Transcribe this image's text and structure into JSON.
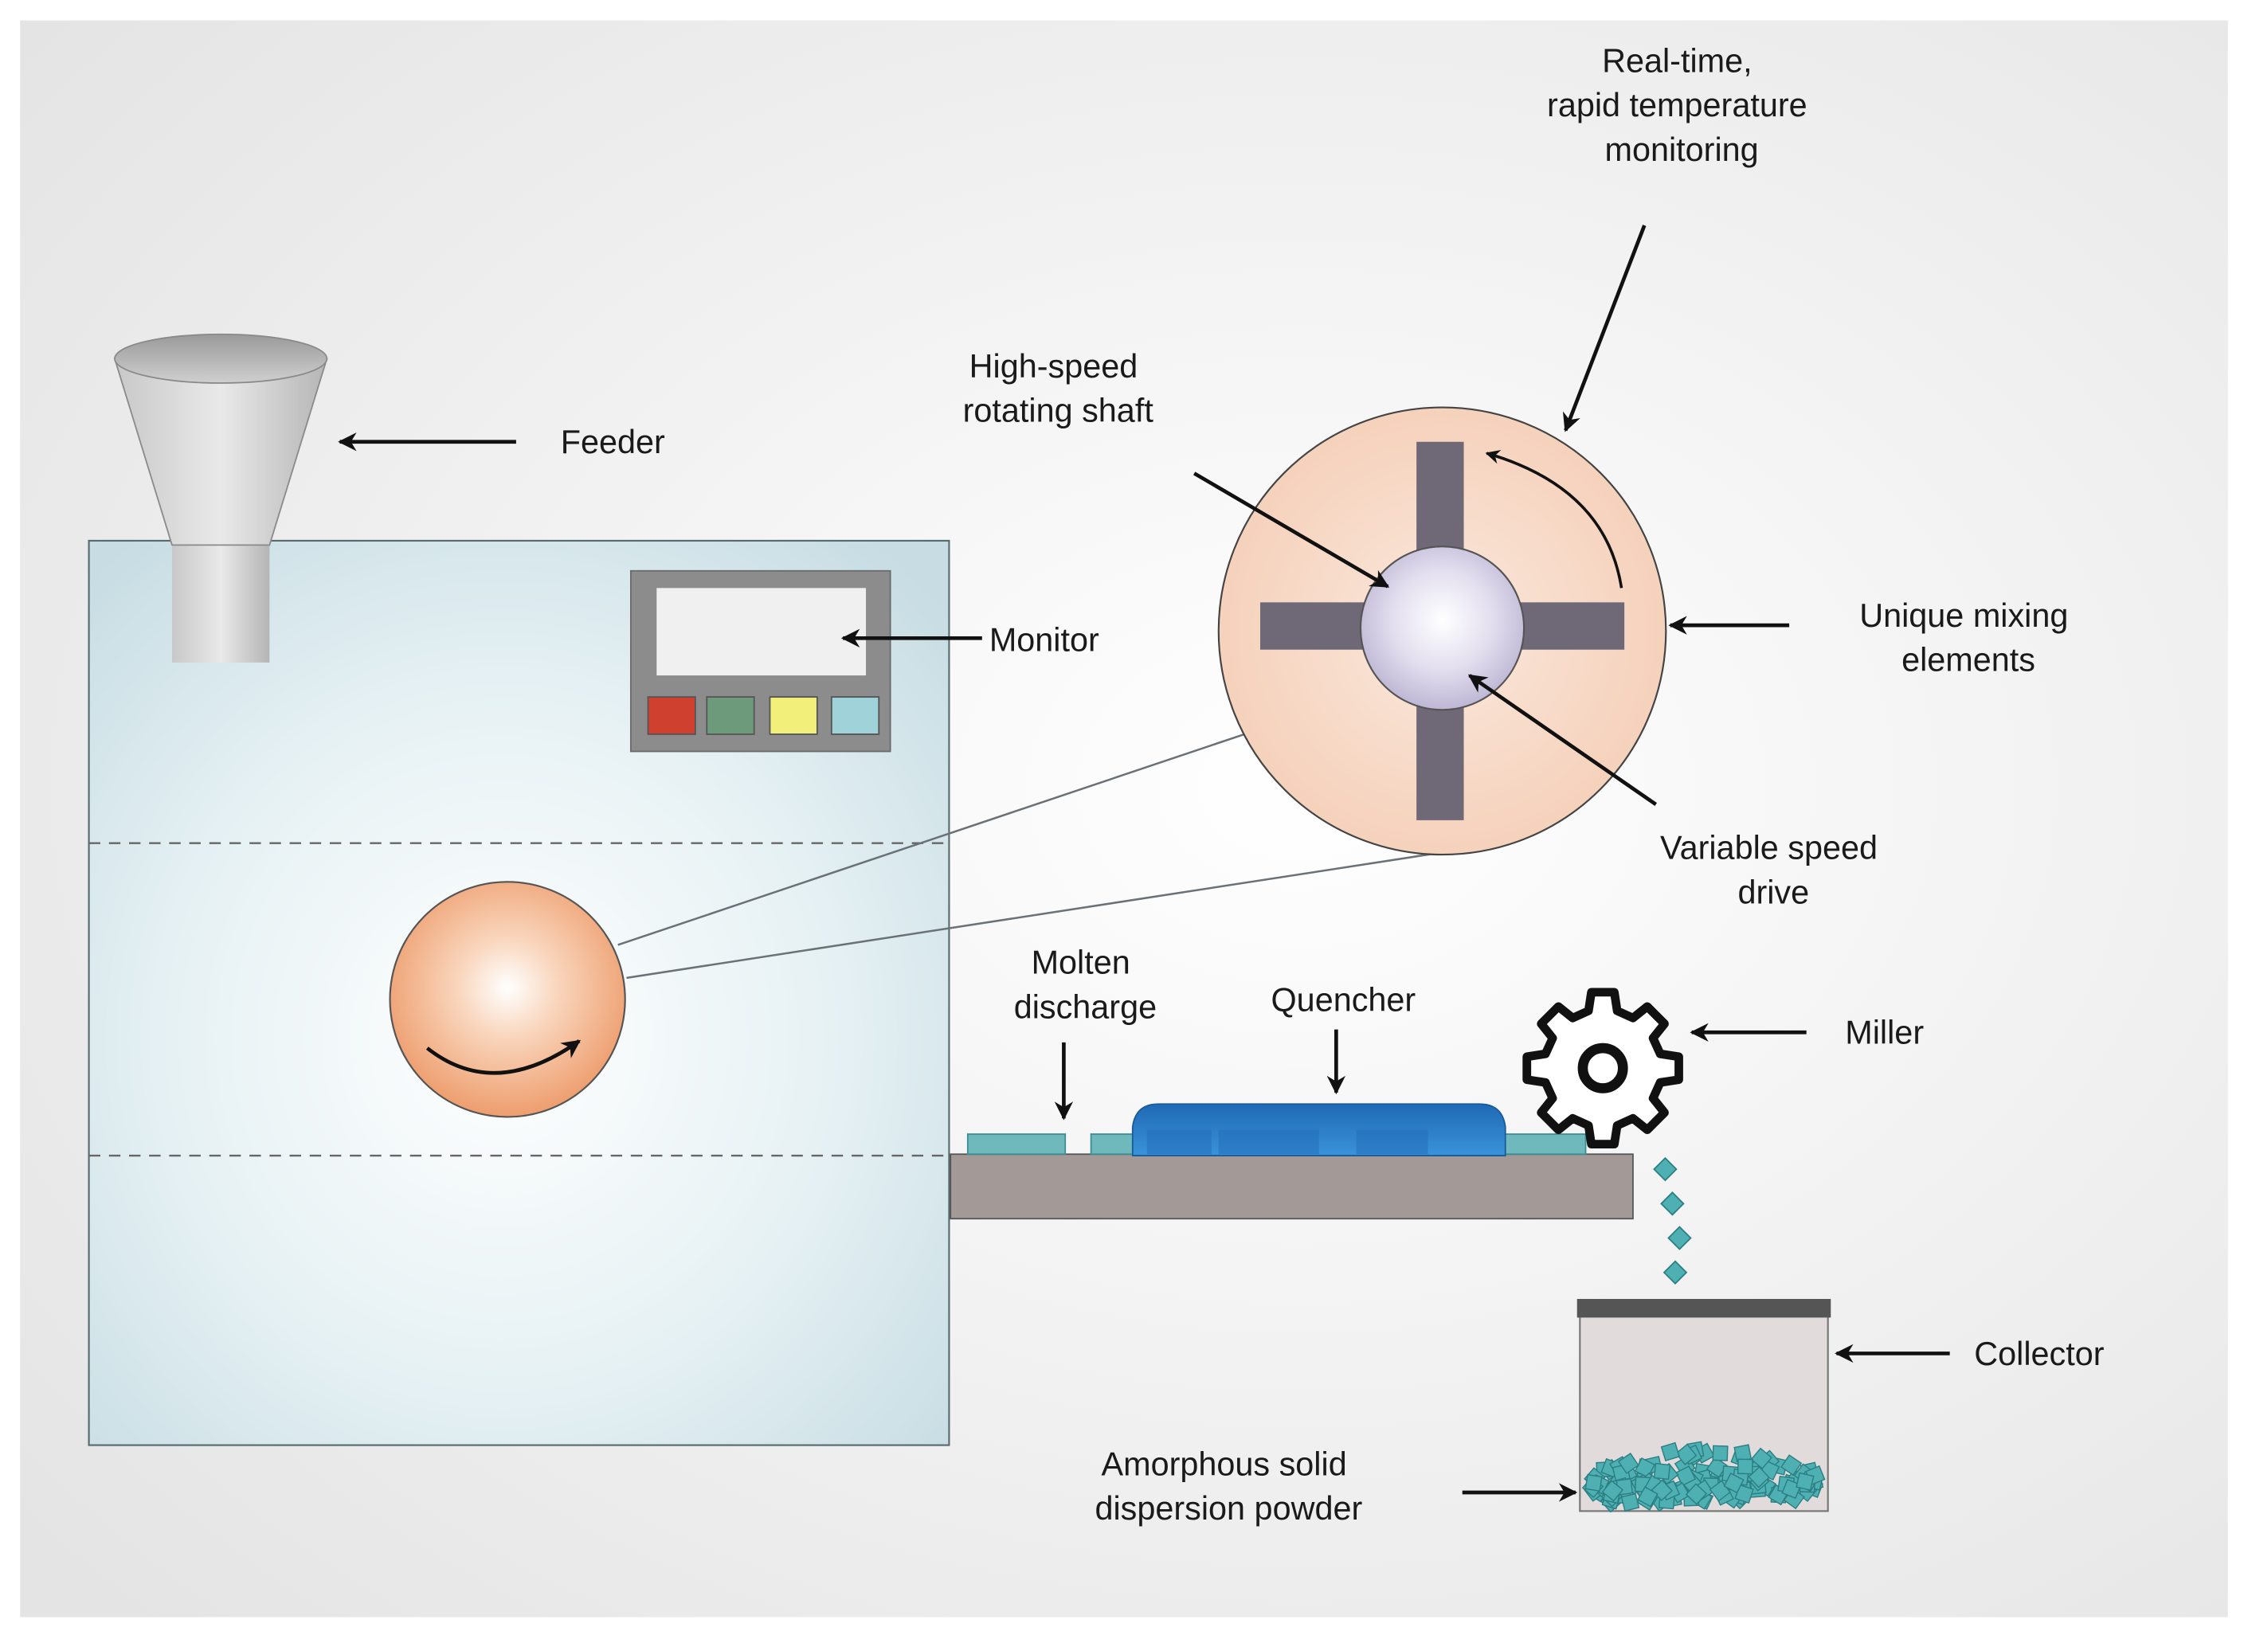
{
  "labels": {
    "feeder": "Feeder",
    "monitor": "Monitor",
    "realtime": [
      "Real-time,",
      "rapid temperature",
      "monitoring"
    ],
    "shaft": [
      "High-speed",
      "rotating shaft"
    ],
    "mixing": [
      "Unique mixing",
      "elements"
    ],
    "drive": [
      "Variable speed",
      "drive"
    ],
    "molten": [
      "Molten",
      "discharge"
    ],
    "quencher": "Quencher",
    "miller": "Miller",
    "collector": "Collector",
    "powder": [
      "Amorphous solid",
      "dispersion powder"
    ]
  },
  "colors": {
    "background": "#f2f2f2",
    "machine_body": "#c7dde3",
    "monitor_frame": "#8c8c8c",
    "monitor_screen": "#f0f0f0",
    "button_red": "#d0402f",
    "button_green": "#6e9a7c",
    "button_yellow": "#f2ef7a",
    "button_blue": "#9fd3d9",
    "mixing_element": "#6f6877",
    "zoom_disc": "#f6d5c0",
    "shaft_core": "#c9c3de",
    "rotor_ball": "#ef9f6c",
    "quencher": "#2d7fc8",
    "powder_particle": "#4fb0b3",
    "tray": "#a39a98",
    "collector_lid": "#565556",
    "collector_body": "#e2dbdb"
  },
  "icons": [
    "feeder-funnel-icon",
    "gear-icon",
    "rotation-arrow-icon",
    "arrow-icon"
  ]
}
